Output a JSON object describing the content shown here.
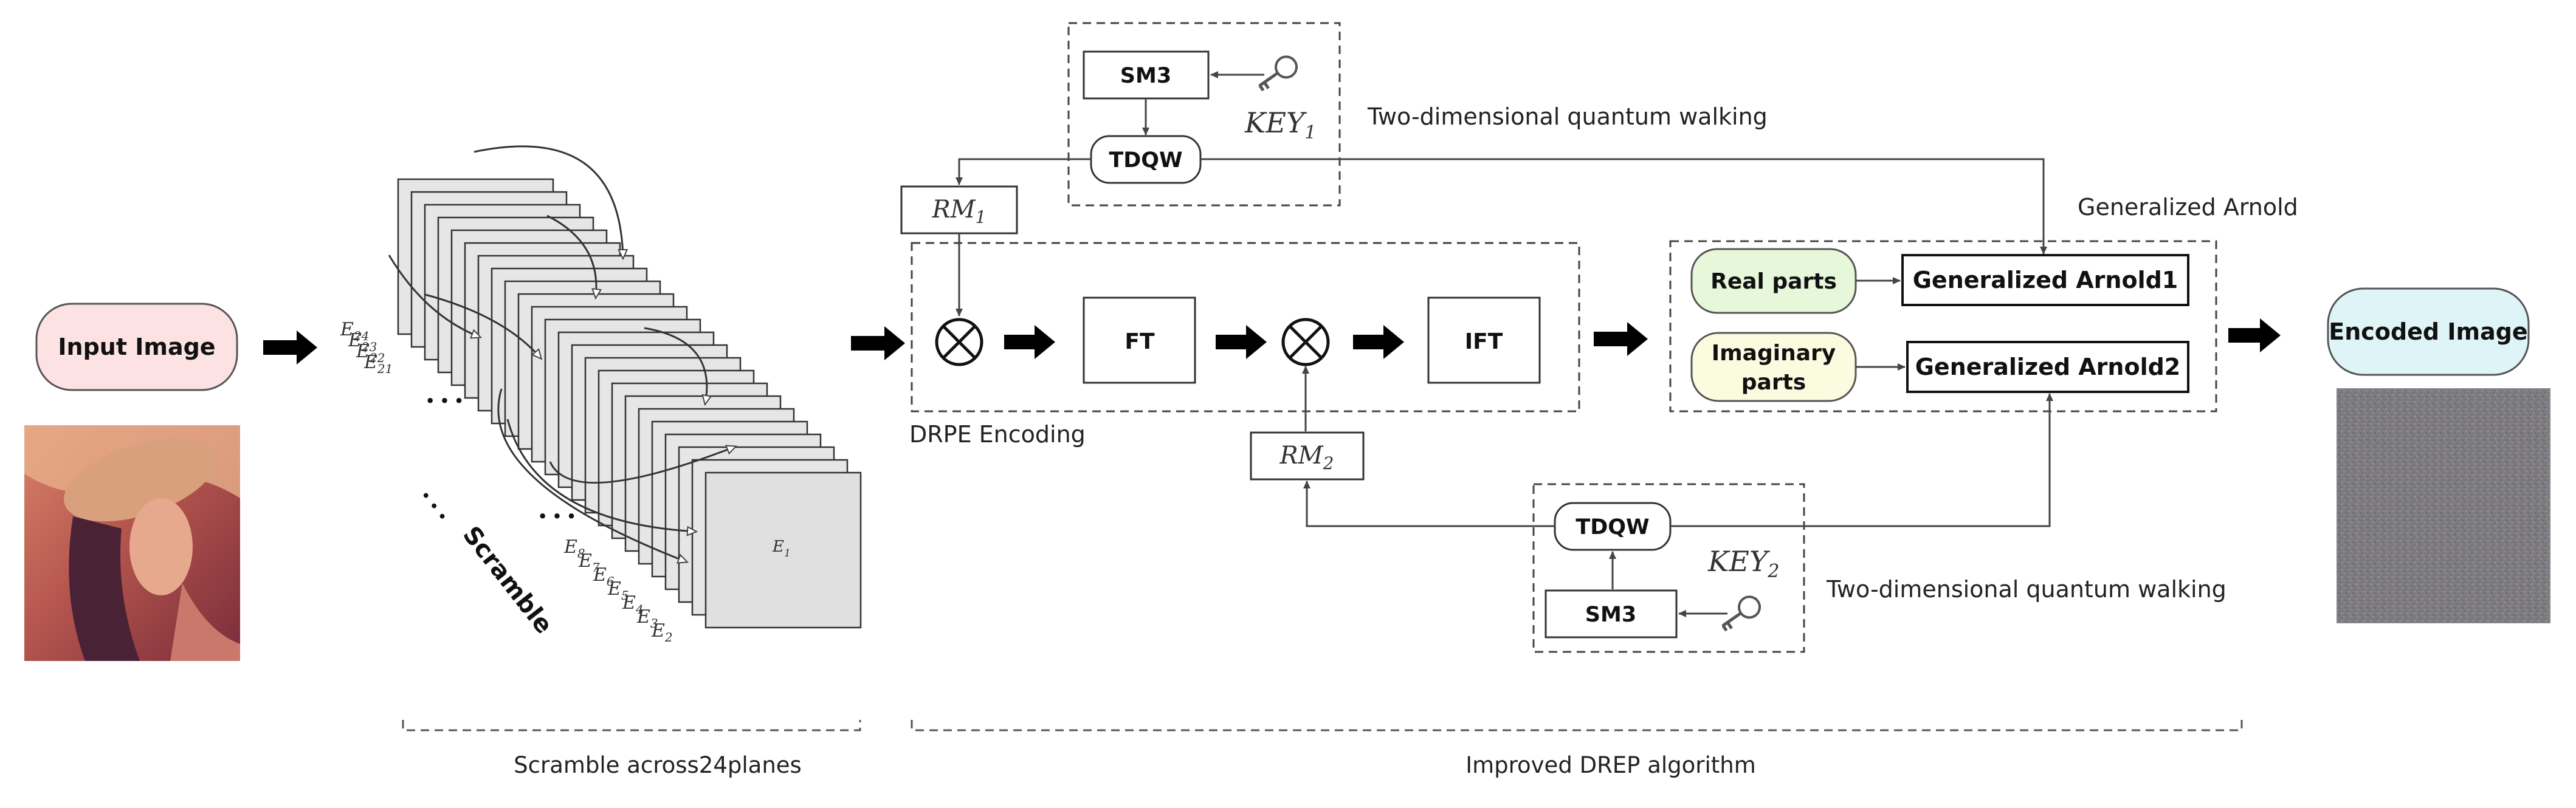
{
  "labels": {
    "input_image": "Input Image",
    "encoded_image": "Encoded Image",
    "scramble": "Scramble",
    "scramble_section": "Scramble across24planes",
    "improved_section": "Improved DREP algorithm",
    "drpe_encoding": "DRPE Encoding",
    "generalized_arnold": "Generalized Arnold",
    "tdqw_top_caption": "Two-dimensional quantum walking",
    "tdqw_bottom_caption": "Two-dimensional quantum walking"
  },
  "boxes": {
    "sm3_top": "SM3",
    "tdqw_top": "TDQW",
    "sm3_bottom": "SM3",
    "tdqw_bottom": "TDQW",
    "rm1": "RM",
    "rm1_sub": "1",
    "rm2": "RM",
    "rm2_sub": "2",
    "key1": "KEY",
    "key1_sub": "1",
    "key2": "KEY",
    "key2_sub": "2",
    "ft": "FT",
    "ift": "IFT",
    "real_parts": "Real parts",
    "imaginary_parts_line1": "Imaginary",
    "imaginary_parts_line2": "parts",
    "arnold1": "Generalized Arnold1",
    "arnold2": "Generalized Arnold2",
    "multiply_symbol": "⊗"
  },
  "planes": {
    "top_labels": [
      {
        "main": "E",
        "sub": "24"
      },
      {
        "main": "E",
        "sub": "23"
      },
      {
        "main": "E",
        "sub": "22"
      },
      {
        "main": "E",
        "sub": "21"
      }
    ],
    "bottom_labels": [
      {
        "main": "E",
        "sub": "8"
      },
      {
        "main": "E",
        "sub": "7"
      },
      {
        "main": "E",
        "sub": "6"
      },
      {
        "main": "E",
        "sub": "5"
      },
      {
        "main": "E",
        "sub": "4"
      },
      {
        "main": "E",
        "sub": "3"
      },
      {
        "main": "E",
        "sub": "2"
      }
    ],
    "front_label": {
      "main": "E",
      "sub": "1"
    },
    "ellipsis": "• • •"
  },
  "colors": {
    "input_fill": "#fde2e4",
    "encoded_fill": "#dff4f6",
    "real_fill": "#e6f7da",
    "imag_fill": "#fbfbe0",
    "plane_fill": "#e6e6e6",
    "line": "#444444"
  },
  "icons": {
    "key": "key-icon",
    "multiply": "multiply-circle-icon",
    "arrow": "block-arrow-icon"
  }
}
